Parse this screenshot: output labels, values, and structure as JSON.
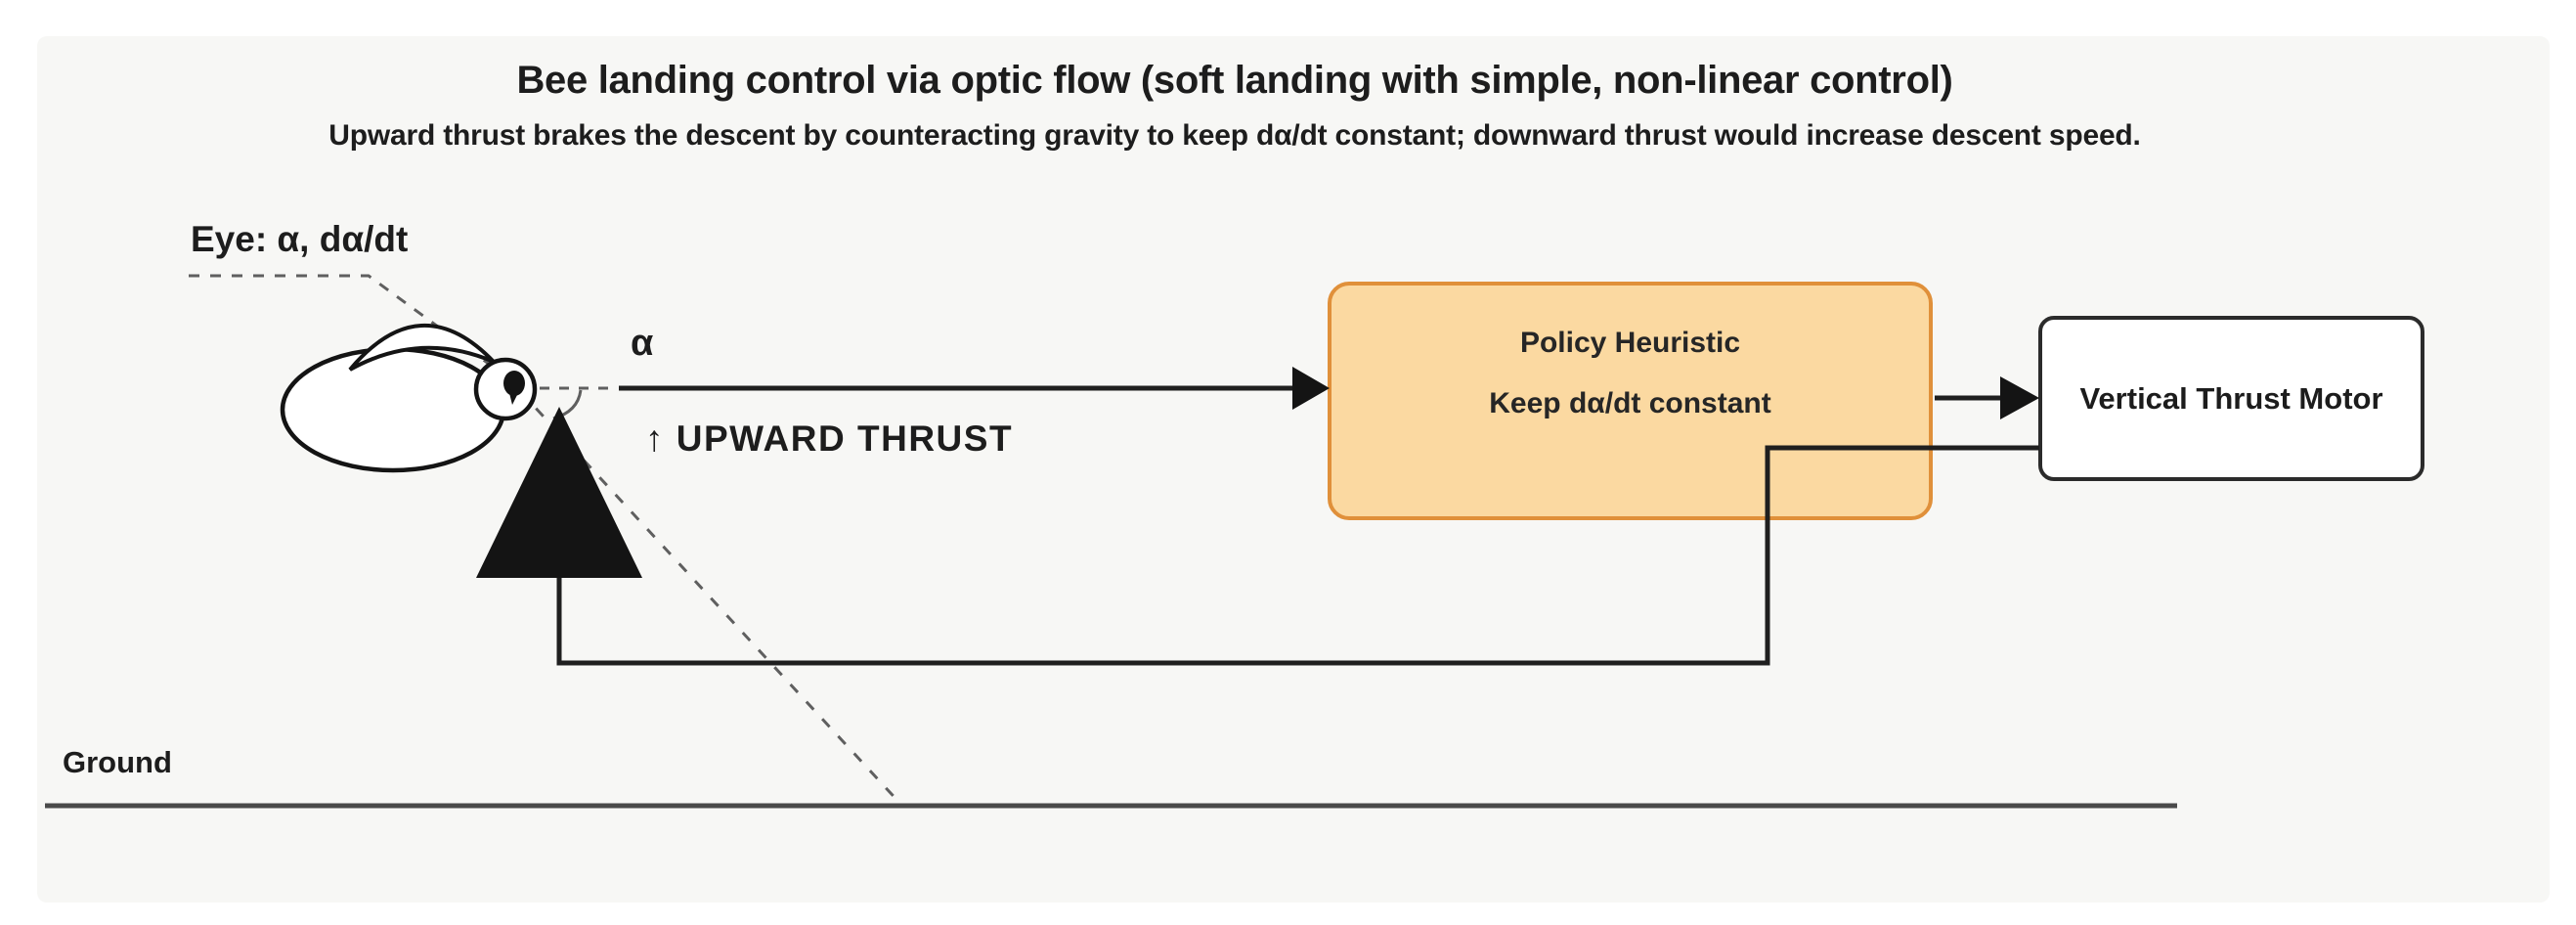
{
  "header": {
    "title": "Bee landing control via optic flow (soft landing with simple, non-linear control)",
    "subtitle": "Upward thrust brakes the descent by counteracting gravity to keep dα/dt constant; downward thrust would increase descent speed."
  },
  "diagram": {
    "eye_label": "Eye: α, dα/dt",
    "alpha_label": "α",
    "upward_thrust_label": "↑ UPWARD THRUST",
    "ground_label": "Ground",
    "nodes": {
      "policy": {
        "title": "Policy Heuristic",
        "subtitle": "Keep dα/dt constant"
      },
      "motor": {
        "label": "Vertical Thrust Motor"
      }
    }
  },
  "colors": {
    "card_bg": "#f7f7f5",
    "policy_fill": "#fbd9a1",
    "policy_border": "#e0903a",
    "motor_fill": "#ffffff",
    "motor_border": "#2b2b2b",
    "line": "#1f1f1f",
    "ground_line": "#4a4a4a",
    "dash": "#5f5f5f",
    "ink": "#141414",
    "text": "#1d1d1d"
  }
}
